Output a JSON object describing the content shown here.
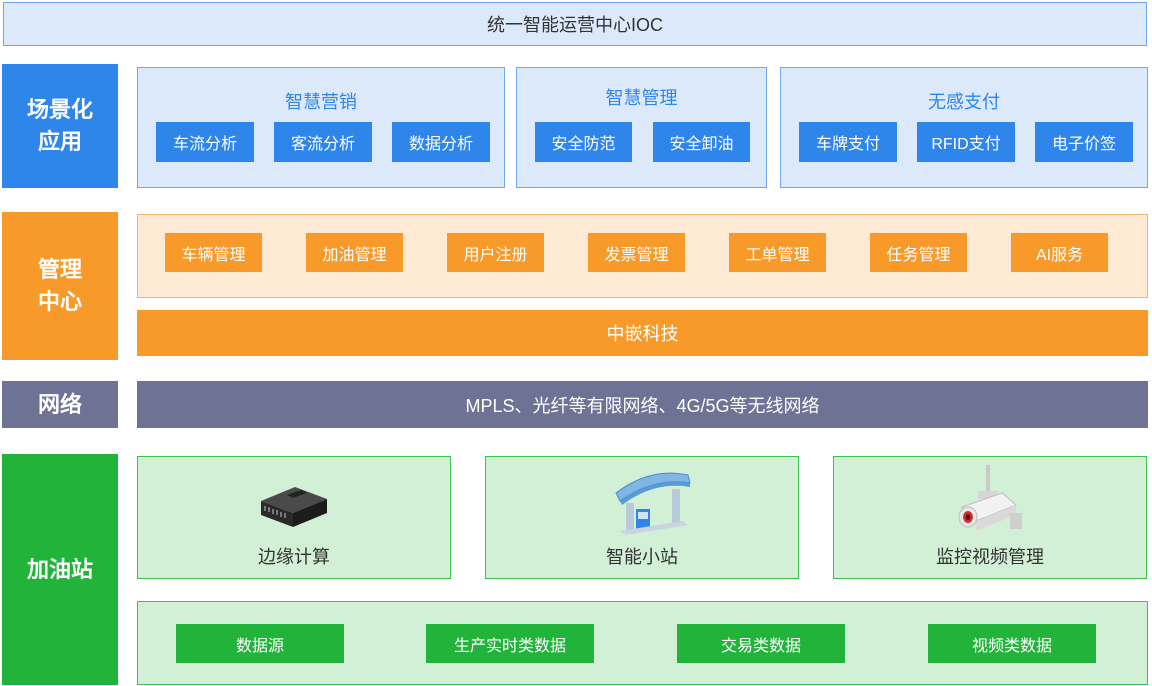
{
  "top": {
    "title": "统一智能运营中心IOC"
  },
  "layers": {
    "scene": "场景化\n应用",
    "management": "管理\n中心",
    "network": "网络",
    "station": "加油站"
  },
  "scenes": [
    {
      "title": "智慧营销",
      "items": [
        "车流分析",
        "客流分析",
        "数据分析"
      ]
    },
    {
      "title": "智慧管理",
      "items": [
        "安全防范",
        "安全卸油"
      ]
    },
    {
      "title": "无感支付",
      "items": [
        "车牌支付",
        "RFID支付",
        "电子价签"
      ]
    }
  ],
  "management": {
    "items": [
      "车辆管理",
      "加油管理",
      "用户注册",
      "发票管理",
      "工单管理",
      "任务管理",
      "AI服务"
    ],
    "platform": "中嵌科技"
  },
  "network": {
    "text": "MPLS、光纤等有限网络、4G/5G等无线网络"
  },
  "station": {
    "modules": [
      {
        "label": "边缘计算",
        "icon": "edge-server-icon"
      },
      {
        "label": "智能小站",
        "icon": "station-kiosk-icon"
      },
      {
        "label": "监控视频管理",
        "icon": "security-camera-icon"
      }
    ],
    "data_items": [
      "数据源",
      "生产实时类数据",
      "交易类数据",
      "视频类数据"
    ]
  },
  "colors": {
    "blue": "#2f86ea",
    "blue_light": "#dbe9fb",
    "orange": "#f89a2a",
    "orange_light": "#fde9d4",
    "gray": "#6e7396",
    "green": "#22b33a",
    "green_light": "#d2f0d6"
  }
}
